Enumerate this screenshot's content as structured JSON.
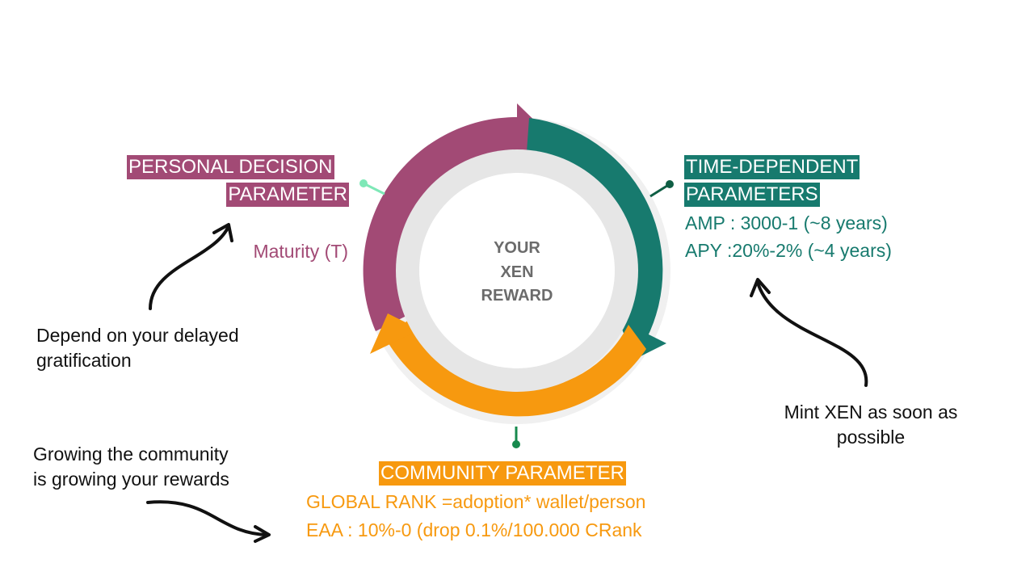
{
  "center": {
    "line1": "YOUR",
    "line2": "XEN",
    "line3": "REWARD"
  },
  "personal": {
    "heading_line1": "PERSONAL DECISION",
    "heading_line2": "PARAMETER",
    "item": "Maturity (T)",
    "note": "Depend on your delayed gratification"
  },
  "time": {
    "heading_line1": "TIME-DEPENDENT",
    "heading_line2": "PARAMETERS",
    "item1": "AMP : 3000-1 (~8 years)",
    "item2": "APY :20%-2%  (~4 years)",
    "note_line1": "Mint XEN as soon as",
    "note_line2": "possible"
  },
  "community": {
    "heading": "COMMUNITY PARAMETER",
    "item1": "GLOBAL RANK =adoption* wallet/person",
    "item2": "EAA : 10%-0 (drop  0.1%/100.000 CRank",
    "note_line1": "Growing the community",
    "note_line2": "is growing your rewards"
  },
  "colors": {
    "personal": "#a24a75",
    "time": "#177a6e",
    "community": "#f7990f",
    "inner_ring": "#e6e6e6",
    "text_gray": "#6b6b6b"
  }
}
